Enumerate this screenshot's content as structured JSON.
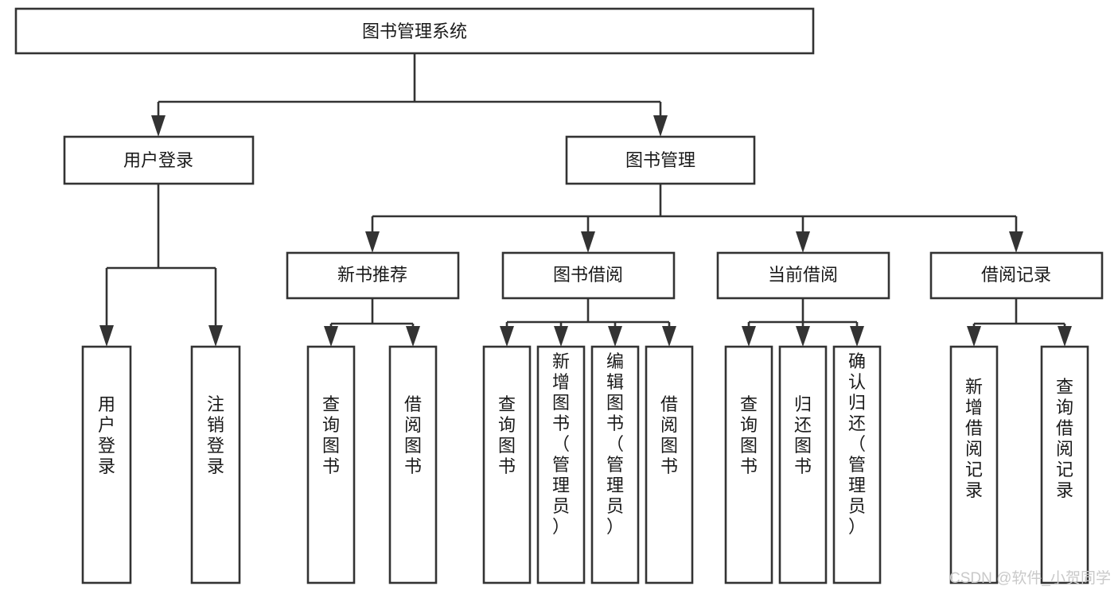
{
  "diagram": {
    "title": "图书管理系统",
    "type": "tree-hierarchy",
    "root": {
      "id": "root",
      "label": "图书管理系统"
    },
    "level2": [
      {
        "id": "user-login",
        "label": "用户登录"
      },
      {
        "id": "book-manage",
        "label": "图书管理"
      }
    ],
    "level3": [
      {
        "id": "new-book-rec",
        "label": "新书推荐",
        "parent": "book-manage"
      },
      {
        "id": "book-borrow",
        "label": "图书借阅",
        "parent": "book-manage"
      },
      {
        "id": "current-borrow",
        "label": "当前借阅",
        "parent": "book-manage"
      },
      {
        "id": "borrow-record",
        "label": "借阅记录",
        "parent": "book-manage"
      }
    ],
    "leaves": [
      {
        "id": "leaf-user-login",
        "label": "用户登录",
        "parent": "user-login"
      },
      {
        "id": "leaf-logout",
        "label": "注销登录",
        "parent": "user-login"
      },
      {
        "id": "leaf-query-book-1",
        "label": "查询图书",
        "parent": "new-book-rec"
      },
      {
        "id": "leaf-borrow-book-1",
        "label": "借阅图书",
        "parent": "new-book-rec"
      },
      {
        "id": "leaf-query-book-2",
        "label": "查询图书",
        "parent": "book-borrow"
      },
      {
        "id": "leaf-add-book",
        "label": "新增图书（管理员）",
        "parent": "book-borrow"
      },
      {
        "id": "leaf-edit-book",
        "label": "编辑图书（管理员）",
        "parent": "book-borrow"
      },
      {
        "id": "leaf-borrow-book-2",
        "label": "借阅图书",
        "parent": "book-borrow"
      },
      {
        "id": "leaf-query-book-3",
        "label": "查询图书",
        "parent": "current-borrow"
      },
      {
        "id": "leaf-return-book",
        "label": "归还图书",
        "parent": "current-borrow"
      },
      {
        "id": "leaf-confirm-return",
        "label": "确认归还（管理员）",
        "parent": "current-borrow"
      },
      {
        "id": "leaf-add-record",
        "label": "新增借阅记录",
        "parent": "borrow-record"
      },
      {
        "id": "leaf-query-record",
        "label": "查询借阅记录",
        "parent": "borrow-record"
      }
    ],
    "colors": {
      "stroke": "#333333",
      "fill": "#ffffff",
      "text": "#1a1a1a",
      "watermark": "#c9c9c9"
    }
  },
  "watermark": {
    "text": "CSDN @软件_小贺同学"
  }
}
